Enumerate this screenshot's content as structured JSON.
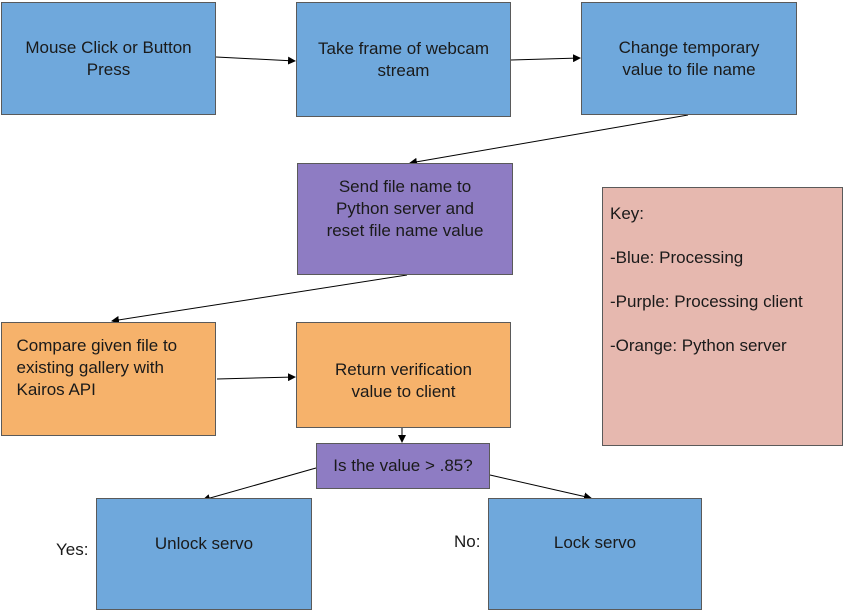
{
  "nodes": {
    "mouse_click": "Mouse Click or Button Press",
    "take_frame": "Take frame of webcam stream",
    "change_temp": "Change temporary value to file name",
    "send_file": "Send file name to Python server and reset file name value",
    "compare": "Compare given file to existing gallery with Kairos API",
    "return_verif": "Return verification value to client",
    "decision": "Is the value > .85?",
    "unlock": "Unlock servo",
    "lock": "Lock servo"
  },
  "branches": {
    "yes": "Yes:",
    "no": "No:"
  },
  "key": {
    "title": "Key:",
    "items": [
      "-Blue: Processing",
      "-Purple: Processing client",
      "-Orange: Python server"
    ]
  },
  "colors": {
    "blue": "#6fa8dc",
    "purple": "#8e7cc3",
    "orange": "#f6b26b",
    "key_bg": "#e6b8af"
  }
}
